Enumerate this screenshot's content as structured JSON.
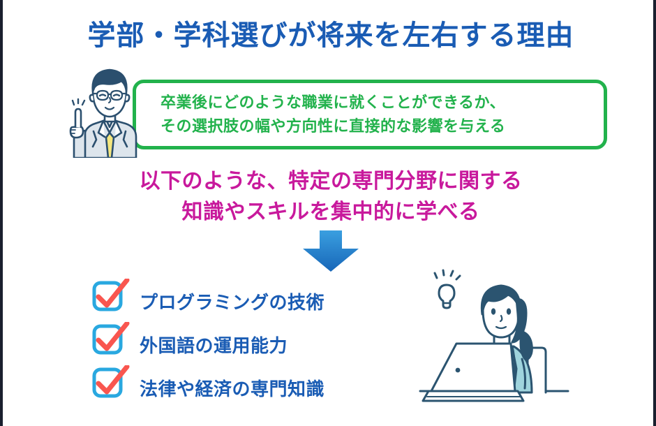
{
  "slide": {
    "title": "学部・学科選びが将来を左右する理由",
    "title_color": "#1a5cb4",
    "background_color": "#ffffff",
    "edge_bar_color": "#1a1f2e"
  },
  "callout": {
    "border_color": "#22b24c",
    "text_color": "#22b24c",
    "line1": "卒業後にどのような職業に就くことができるか、",
    "line2": "その選択肢の幅や方向性に直接的な影響を与える"
  },
  "subtitle": {
    "text_color": "#c8199c",
    "line1": "以下のような、特定の専門分野に関する",
    "line2": "知識やスキルを集中的に学べる"
  },
  "arrow": {
    "name": "down-arrow",
    "color_top": "#3a9fe0",
    "color_bottom": "#1766b8"
  },
  "checklist": {
    "box_color": "#29a8e0",
    "check_color": "#f9564f",
    "label_color": "#1a5cb4",
    "items": [
      {
        "label": "プログラミングの技術"
      },
      {
        "label": "外国語の運用能力"
      },
      {
        "label": "法律や経済の専門知識"
      }
    ]
  },
  "illustrations": {
    "teacher": {
      "name": "man-pointing-up-illustration",
      "hair_color": "#2b4f6e",
      "suit_color": "#dde5ec",
      "tie_color": "#f5e77f",
      "outline_color": "#2b4f6e"
    },
    "woman": {
      "name": "woman-at-laptop-illustration",
      "hair_color": "#2b4f6e",
      "cardigan_color": "#9fd4dd",
      "laptop_color": "#ffffff",
      "outline_color": "#2b4f6e",
      "idea_icon": "lightbulb-icon"
    }
  }
}
